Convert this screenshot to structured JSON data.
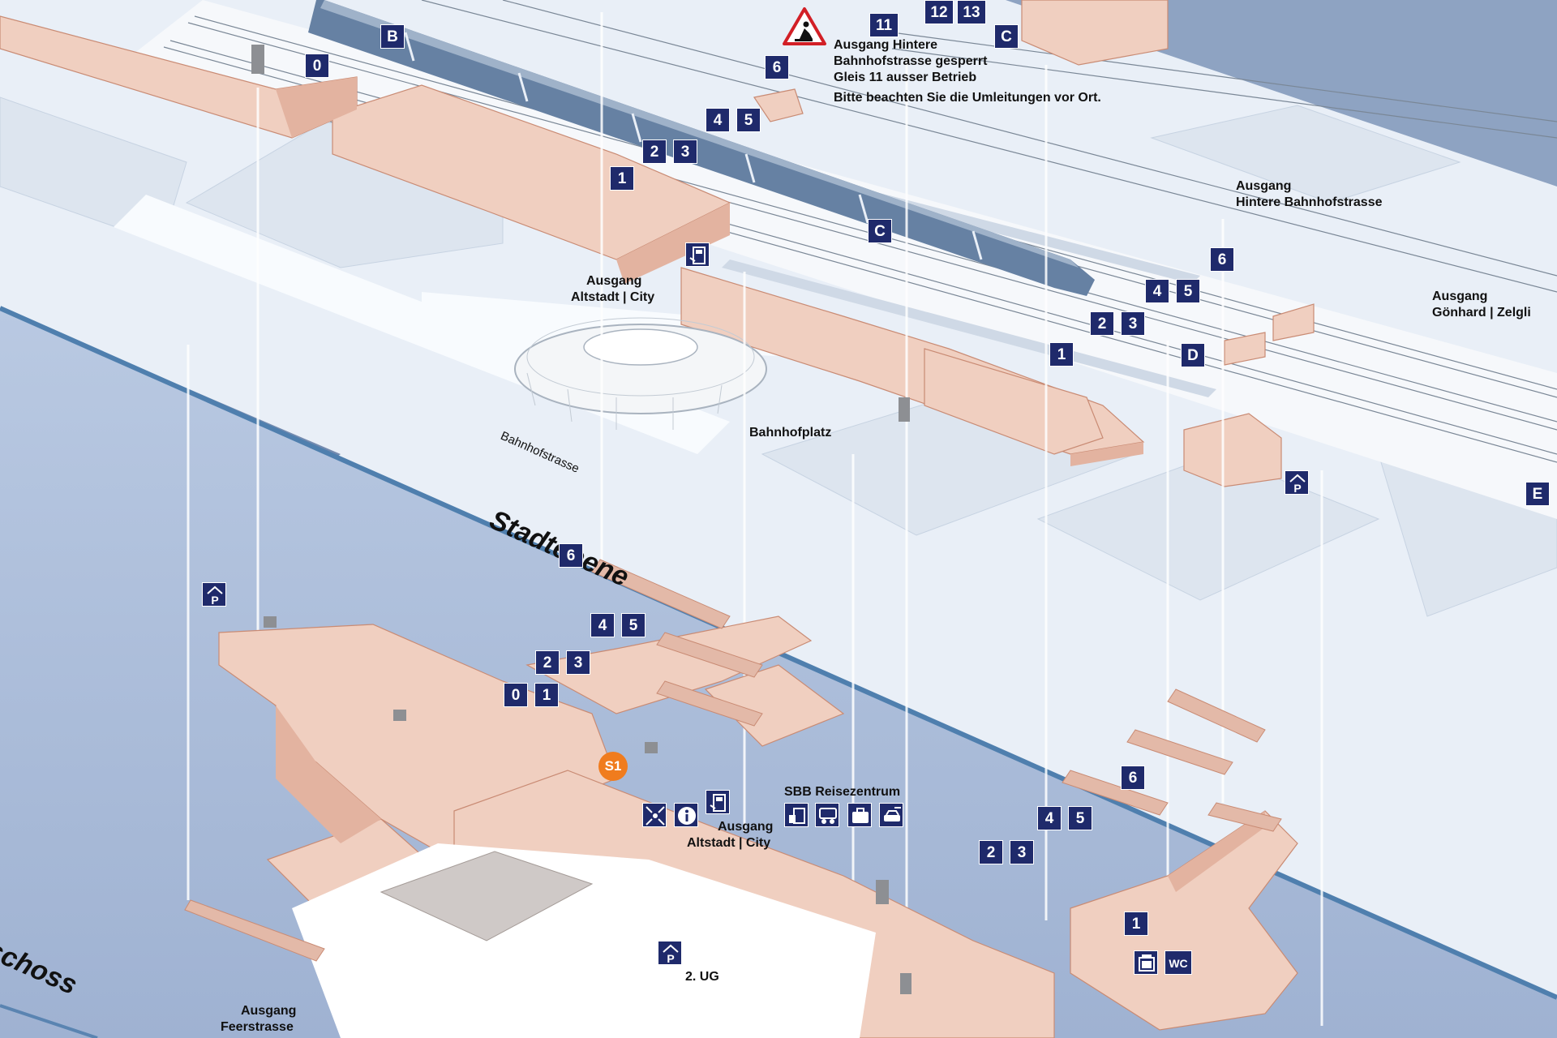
{
  "levels": {
    "city": "Stadtebene",
    "lower_partial": "schoss"
  },
  "streets": {
    "bahnhofstrasse": "Bahnhofstrasse",
    "bahnhofplatz": "Bahnhofplatz"
  },
  "notice": {
    "icon": "construction-warning-icon",
    "line1": "Ausgang Hintere",
    "line2": "Bahnhofstrasse gesperrt",
    "line3": "Gleis 11 ausser Betrieb",
    "line4": "Bitte beachten Sie die Umleitungen vor Ort."
  },
  "exits": {
    "hintere_l1": "Ausgang",
    "hintere_l2": "Hintere Bahnhofstrasse",
    "goenhard_l1": "Ausgang",
    "goenhard_l2": "Gönhard | Zelgli",
    "altstadt_top_l1": "Ausgang",
    "altstadt_top_l2": "Altstadt | City",
    "altstadt_low_l1": "Ausgang",
    "altstadt_low_l2": "Altstadt | City",
    "feer_l1": "Ausgang",
    "feer_l2": "Feerstrasse"
  },
  "places": {
    "reisezentrum": "SBB Reisezentrum",
    "parking_level": "2. UG"
  },
  "sectors": {
    "b": "B",
    "c1": "C",
    "c2": "C",
    "d": "D",
    "e": "E"
  },
  "platforms": {
    "top": [
      "0",
      "1",
      "2",
      "3",
      "4",
      "5",
      "6",
      "11",
      "12",
      "13"
    ],
    "mid": [
      "1",
      "2",
      "3",
      "4",
      "5",
      "6"
    ],
    "ug_left": [
      "0",
      "1",
      "2",
      "3",
      "4",
      "5",
      "6"
    ],
    "ug_right": [
      "1",
      "2",
      "3",
      "4",
      "5",
      "6"
    ]
  },
  "s_bahn": "S1",
  "wc": "WC",
  "icons": [
    "parking-icon",
    "ticket-machine-icon",
    "meeting-point-icon",
    "information-icon",
    "ticket-counter-icon",
    "currency-exchange-icon",
    "luggage-icon",
    "car-rental-icon",
    "elevator-icon"
  ],
  "colors": {
    "station_blocks": "#f0cfc0",
    "block_edges": "#c98b74",
    "ground_level": "#f7fafd",
    "underground_level": "#a9bbd8",
    "platform_badge": "#1f2a6b",
    "train": "#5f7d9e",
    "s_bahn": "#f07c1e",
    "warning": "#d21f26"
  }
}
